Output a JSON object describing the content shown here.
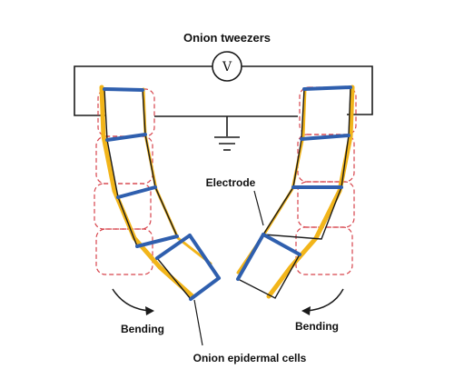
{
  "diagram": {
    "title": "Onion tweezers",
    "meter_symbol": "V",
    "labels": {
      "electrode": "Electrode",
      "bending_left": "Bending",
      "bending_right": "Bending",
      "cells": "Onion epidermal cells"
    },
    "colors": {
      "wire": "#1a1a1a",
      "electrode": "#f2b51a",
      "cell_wall": "#2f5fae",
      "cell_outline": "#1a1a1a",
      "original_position": "#d7444c",
      "text": "#111111"
    }
  }
}
